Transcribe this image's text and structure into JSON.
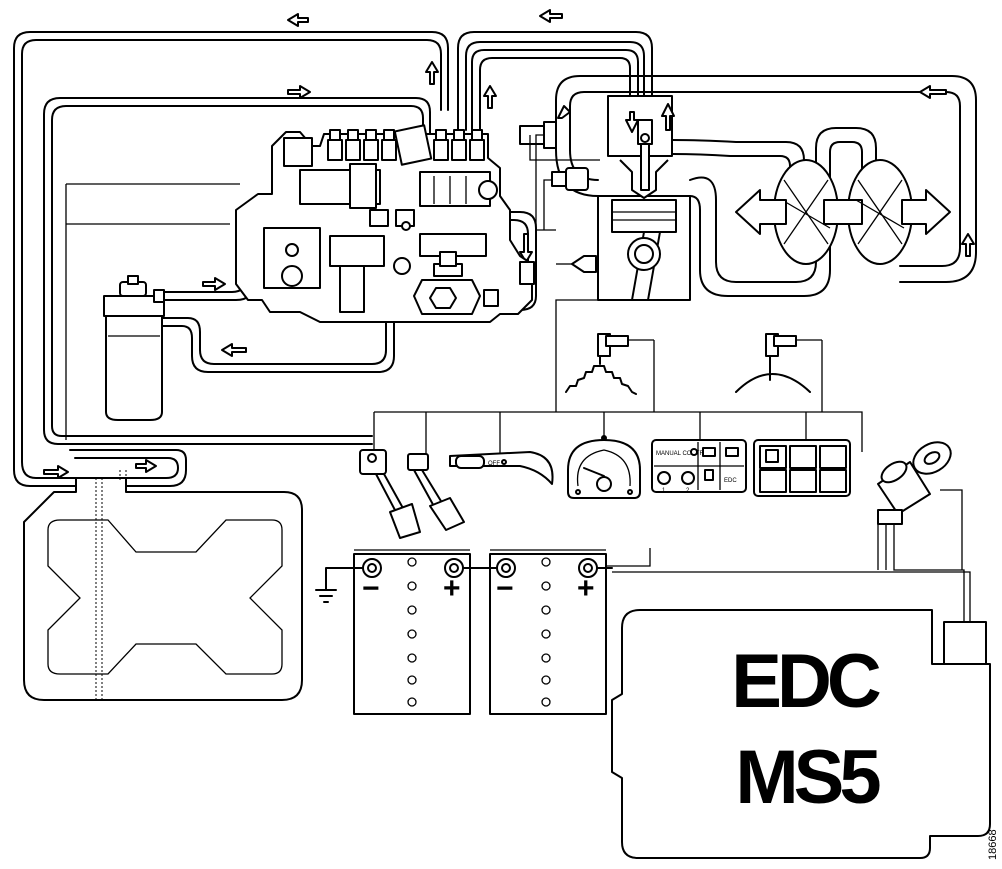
{
  "ecu": {
    "line1": "EDC",
    "line2": "MS5"
  },
  "figure_code": "18668",
  "panel_labels": {
    "manual_control": "MANUAL CONTROL",
    "edc": "EDC",
    "off": "OFF",
    "btn1": "1",
    "btn2": "2"
  },
  "battery_signs": {
    "minus": "−",
    "plus": "+"
  }
}
